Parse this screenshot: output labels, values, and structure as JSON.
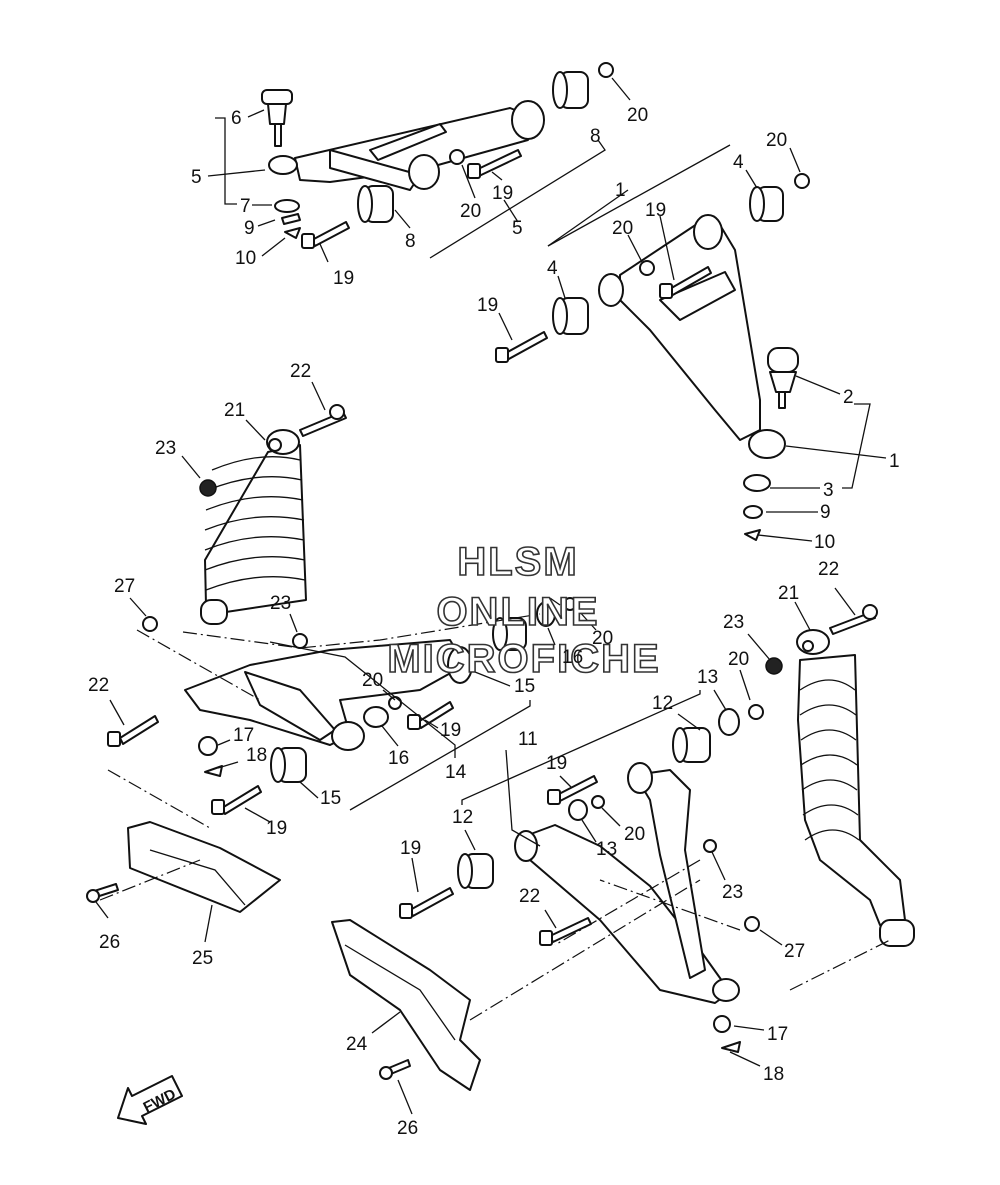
{
  "watermark": {
    "line1": "HLSM",
    "line2": "ONLINE",
    "line3": "MICROFICHE"
  },
  "direction_badge": {
    "text": "FWD"
  },
  "callouts": {
    "c6": "6",
    "c5a": "5",
    "c7": "7",
    "c9a": "9",
    "c10a": "10",
    "c19a": "19",
    "c8a": "8",
    "c20a": "20",
    "c19b": "19",
    "c5b": "5",
    "c8b": "8",
    "c20b": "20",
    "c1a": "1",
    "c4a": "4",
    "c20c": "20",
    "c19c": "19",
    "c20d": "20",
    "c4b": "4",
    "c19d": "19",
    "c2": "2",
    "c1b": "1",
    "c3": "3",
    "c9b": "9",
    "c10b": "10",
    "c22a": "22",
    "c21a": "21",
    "c23a": "23",
    "c27a": "27",
    "c23b": "23",
    "c20e": "20",
    "c16a": "16",
    "c15a": "15",
    "c20f": "20",
    "c22b": "22",
    "c17a": "17",
    "c18a": "18",
    "c16b": "16",
    "c19e": "19",
    "c14": "14",
    "c15b": "15",
    "c19f": "19",
    "c26a": "26",
    "c25": "25",
    "c22c": "22",
    "c21b": "21",
    "c23c": "23",
    "c20g": "20",
    "c13a": "13",
    "c12a": "12",
    "c11": "11",
    "c19g": "19",
    "c20h": "20",
    "c13b": "13",
    "c12b": "12",
    "c19h": "19",
    "c23d": "23",
    "c22d": "22",
    "c27b": "27",
    "c24": "24",
    "c17b": "17",
    "c18b": "18",
    "c26b": "26"
  }
}
